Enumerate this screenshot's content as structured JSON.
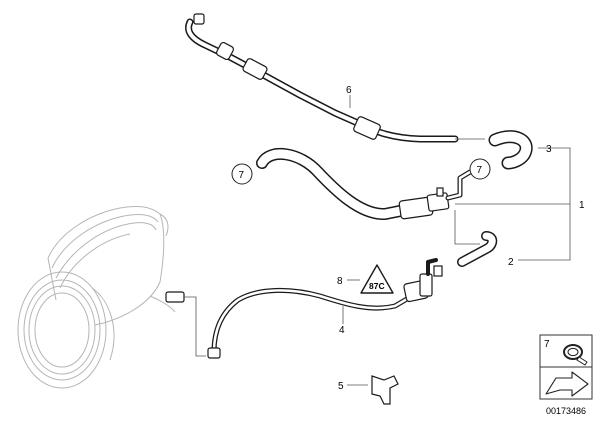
{
  "callouts": [
    {
      "id": "1",
      "label": "1"
    },
    {
      "id": "2",
      "label": "2"
    },
    {
      "id": "3",
      "label": "3"
    },
    {
      "id": "4",
      "label": "4"
    },
    {
      "id": "5",
      "label": "5"
    },
    {
      "id": "6",
      "label": "6"
    },
    {
      "id": "7a",
      "label": "7"
    },
    {
      "id": "7b",
      "label": "7"
    },
    {
      "id": "8",
      "label": "8"
    }
  ],
  "warning_symbol": {
    "text": "87C"
  },
  "inset": {
    "label": "7"
  },
  "diagram_number": "00173486"
}
